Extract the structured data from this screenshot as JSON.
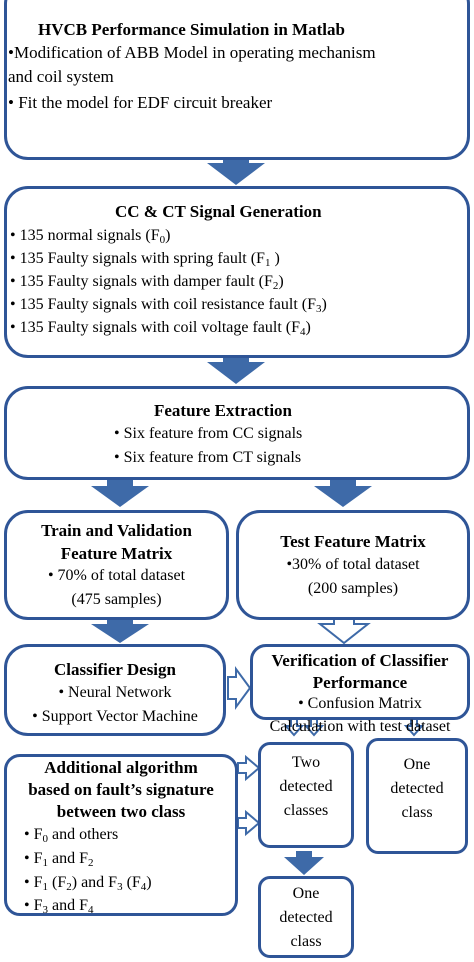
{
  "colors": {
    "border": "#2f5597",
    "arrow_fill": "#3e6aa8",
    "arrow_outline": "#3e6aa8"
  },
  "box1": {
    "title": "HVCB Performance Simulation in Matlab",
    "bullet1_line1": "•Modification of ABB Model in operating mechanism",
    "bullet1_line2": "and coil system",
    "bullet2": "• Fit the model for EDF circuit breaker"
  },
  "box2": {
    "title": "CC & CT Signal Generation",
    "items": [
      {
        "pre": "• 135 normal signals (F",
        "sub": "0",
        "post": ")"
      },
      {
        "pre": "• 135 Faulty signals with spring fault (F",
        "sub": "1",
        "post": " )"
      },
      {
        "pre": "• 135 Faulty signals with damper fault (F",
        "sub": "2",
        "post": ")"
      },
      {
        "pre": "• 135 Faulty signals with coil resistance fault (F",
        "sub": "3",
        "post": ")"
      },
      {
        "pre": "• 135 Faulty signals with coil voltage fault (F",
        "sub": "4",
        "post": ")"
      }
    ]
  },
  "box3": {
    "title": "Feature Extraction",
    "bullet1": "• Six feature from CC signals",
    "bullet2": "• Six feature from CT signals"
  },
  "box4": {
    "title_line1": "Train and Validation",
    "title_line2": "Feature Matrix",
    "bullet_line1": "• 70% of total dataset",
    "bullet_line2": "(475 samples)"
  },
  "box5": {
    "title": "Test Feature Matrix",
    "bullet_line1": "•30% of total dataset",
    "bullet_line2": "(200 samples)"
  },
  "box6": {
    "title": "Classifier Design",
    "bullet1": "• Neural Network",
    "bullet2": "• Support Vector Machine"
  },
  "box7": {
    "title_line1": "Verification of Classifier",
    "title_line2": "Performance",
    "bullet_line1": "• Confusion Matrix",
    "bullet_line2": "Calculation with test dataset"
  },
  "box8": {
    "title_line1": "Additional algorithm",
    "title_line2": "based on fault’s signature",
    "title_line3": "between two class",
    "items": [
      {
        "segments": [
          "• F",
          "0",
          " and others"
        ]
      },
      {
        "segments": [
          "• F",
          "1",
          " and F",
          "2",
          ""
        ]
      },
      {
        "segments": [
          "• F",
          "1",
          " (F",
          "2",
          ") and F",
          "3",
          " (F",
          "4",
          ")"
        ]
      },
      {
        "segments": [
          "• F",
          "3",
          " and F",
          "4",
          ""
        ]
      }
    ]
  },
  "box9": {
    "line1": "Two",
    "line2": "detected",
    "line3": "classes"
  },
  "box10": {
    "line1": "One",
    "line2": "detected",
    "line3": "class"
  },
  "box11": {
    "line1": "One",
    "line2": "detected",
    "line3": "class"
  }
}
